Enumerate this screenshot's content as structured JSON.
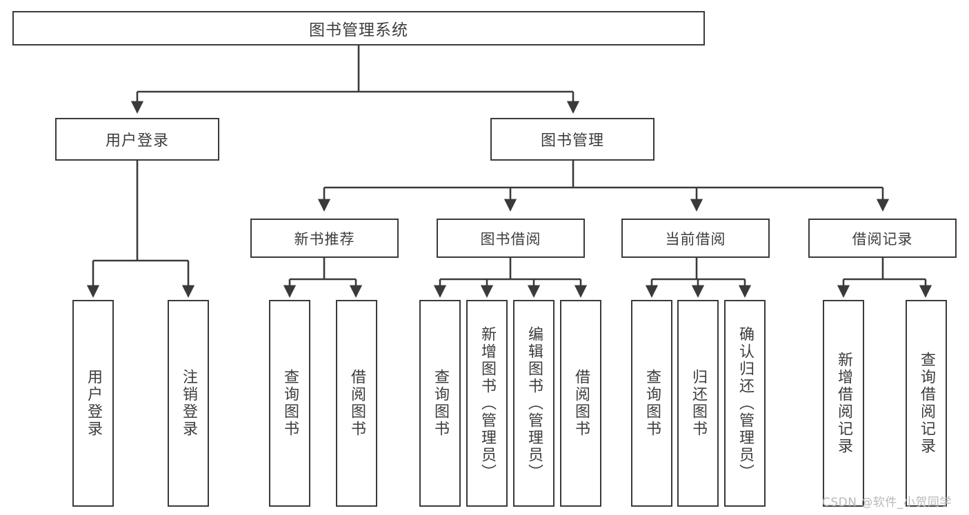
{
  "diagram": {
    "type": "tree",
    "title": "图书管理系统",
    "style": {
      "background": "#ffffff",
      "node_border": "#3a3a3a",
      "node_fill": "#ffffff",
      "edge_color": "#3a3a3a",
      "text_color": "#3d3d3d"
    },
    "root": {
      "label": "图书管理系统"
    },
    "level2": [
      {
        "label": "用户登录"
      },
      {
        "label": "图书管理"
      }
    ],
    "level3": [
      {
        "label": "新书推荐"
      },
      {
        "label": "图书借阅"
      },
      {
        "label": "当前借阅"
      },
      {
        "label": "借阅记录"
      }
    ],
    "leaves": {
      "user_login": [
        {
          "label": "用户登录"
        },
        {
          "label": "注销登录"
        }
      ],
      "new_book_recommend": [
        {
          "label": "查询图书"
        },
        {
          "label": "借阅图书"
        }
      ],
      "book_borrow": [
        {
          "label": "查询图书"
        },
        {
          "label": "新增图书（管理员）"
        },
        {
          "label": "编辑图书（管理员）"
        },
        {
          "label": "借阅图书"
        }
      ],
      "current_borrow": [
        {
          "label": "查询图书"
        },
        {
          "label": "归还图书"
        },
        {
          "label": "确认归还（管理员）"
        }
      ],
      "borrow_record": [
        {
          "label": "新增借阅记录"
        },
        {
          "label": "查询借阅记录"
        }
      ]
    }
  },
  "watermark": {
    "text": "CSDN @软件_小贺同学"
  }
}
